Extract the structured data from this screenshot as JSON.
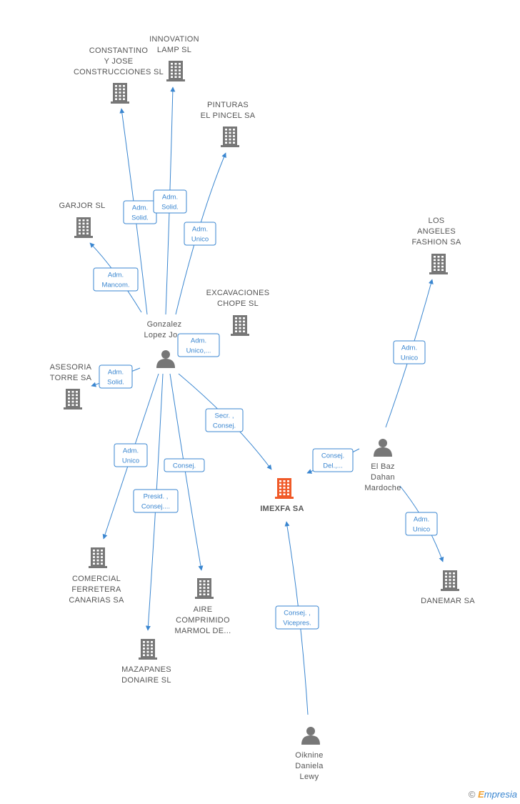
{
  "colors": {
    "edge": "#3a86d0",
    "building": "#777777",
    "focus": "#f05a28",
    "person": "#777777"
  },
  "nodes": {
    "constantino": {
      "lines": [
        "CONSTANTINO",
        "Y JOSE",
        "CONSTRUCCIONES SL"
      ],
      "icon": "building-icon"
    },
    "innovation": {
      "lines": [
        "INNOVATION",
        "LAMP SL"
      ],
      "icon": "building-icon"
    },
    "pinturas": {
      "lines": [
        "PINTURAS",
        "EL PINCEL SA"
      ],
      "icon": "building-icon"
    },
    "garjor": {
      "lines": [
        "GARJOR SL"
      ],
      "icon": "building-icon"
    },
    "los_angeles": {
      "lines": [
        "LOS",
        "ANGELES",
        "FASHION SA"
      ],
      "icon": "building-icon"
    },
    "excavaciones": {
      "lines": [
        "EXCAVACIONES",
        "CHOPE SL"
      ],
      "icon": "building-icon"
    },
    "gonzalez": {
      "lines": [
        "Gonzalez",
        "Lopez Jo..."
      ],
      "icon": "person-icon"
    },
    "asesoria": {
      "lines": [
        "ASESORIA",
        "TORRE SA"
      ],
      "icon": "building-icon"
    },
    "imexfa": {
      "lines": [
        "IMEXFA SA"
      ],
      "icon": "building-icon"
    },
    "el_baz": {
      "lines": [
        "El Baz",
        "Dahan",
        "Mardoche"
      ],
      "icon": "person-icon"
    },
    "comercial": {
      "lines": [
        "COMERCIAL",
        "FERRETERA",
        "CANARIAS SA"
      ],
      "icon": "building-icon"
    },
    "aire": {
      "lines": [
        "AIRE",
        "COMPRIMIDO",
        "MARMOL DE..."
      ],
      "icon": "building-icon"
    },
    "danemar": {
      "lines": [
        "DANEMAR SA"
      ],
      "icon": "building-icon"
    },
    "mazapanes": {
      "lines": [
        "MAZAPANES",
        "DONAIRE SL"
      ],
      "icon": "building-icon"
    },
    "oiknine": {
      "lines": [
        "Oiknine",
        "Daniela",
        "Lewy"
      ],
      "icon": "person-icon"
    }
  },
  "relations": {
    "constantino": [
      "Adm.",
      "Solid."
    ],
    "innovation": [
      "Adm.",
      "Solid."
    ],
    "pinturas": [
      "Adm.",
      "Unico"
    ],
    "garjor": [
      "Adm.",
      "Mancom."
    ],
    "excavaciones": [
      "Adm.",
      "Unico,..."
    ],
    "asesoria": [
      "Adm.",
      "Solid."
    ],
    "imexfa_gonzalez": [
      "Secr. ,",
      "Consej."
    ],
    "comercial": [
      "Adm.",
      "Unico"
    ],
    "aire": [
      "Consej."
    ],
    "mazapanes": [
      "Presid. ,",
      "Consej...."
    ],
    "imexfa_elbaz": [
      "Consej.",
      "Del.,..."
    ],
    "los_angeles": [
      "Adm.",
      "Unico"
    ],
    "danemar": [
      "Adm.",
      "Unico"
    ],
    "imexfa_oiknine": [
      "Consej. ,",
      "Vicepres."
    ]
  },
  "footer": {
    "copyright": "©",
    "brand_first": "E",
    "brand_rest": "mpresia"
  }
}
